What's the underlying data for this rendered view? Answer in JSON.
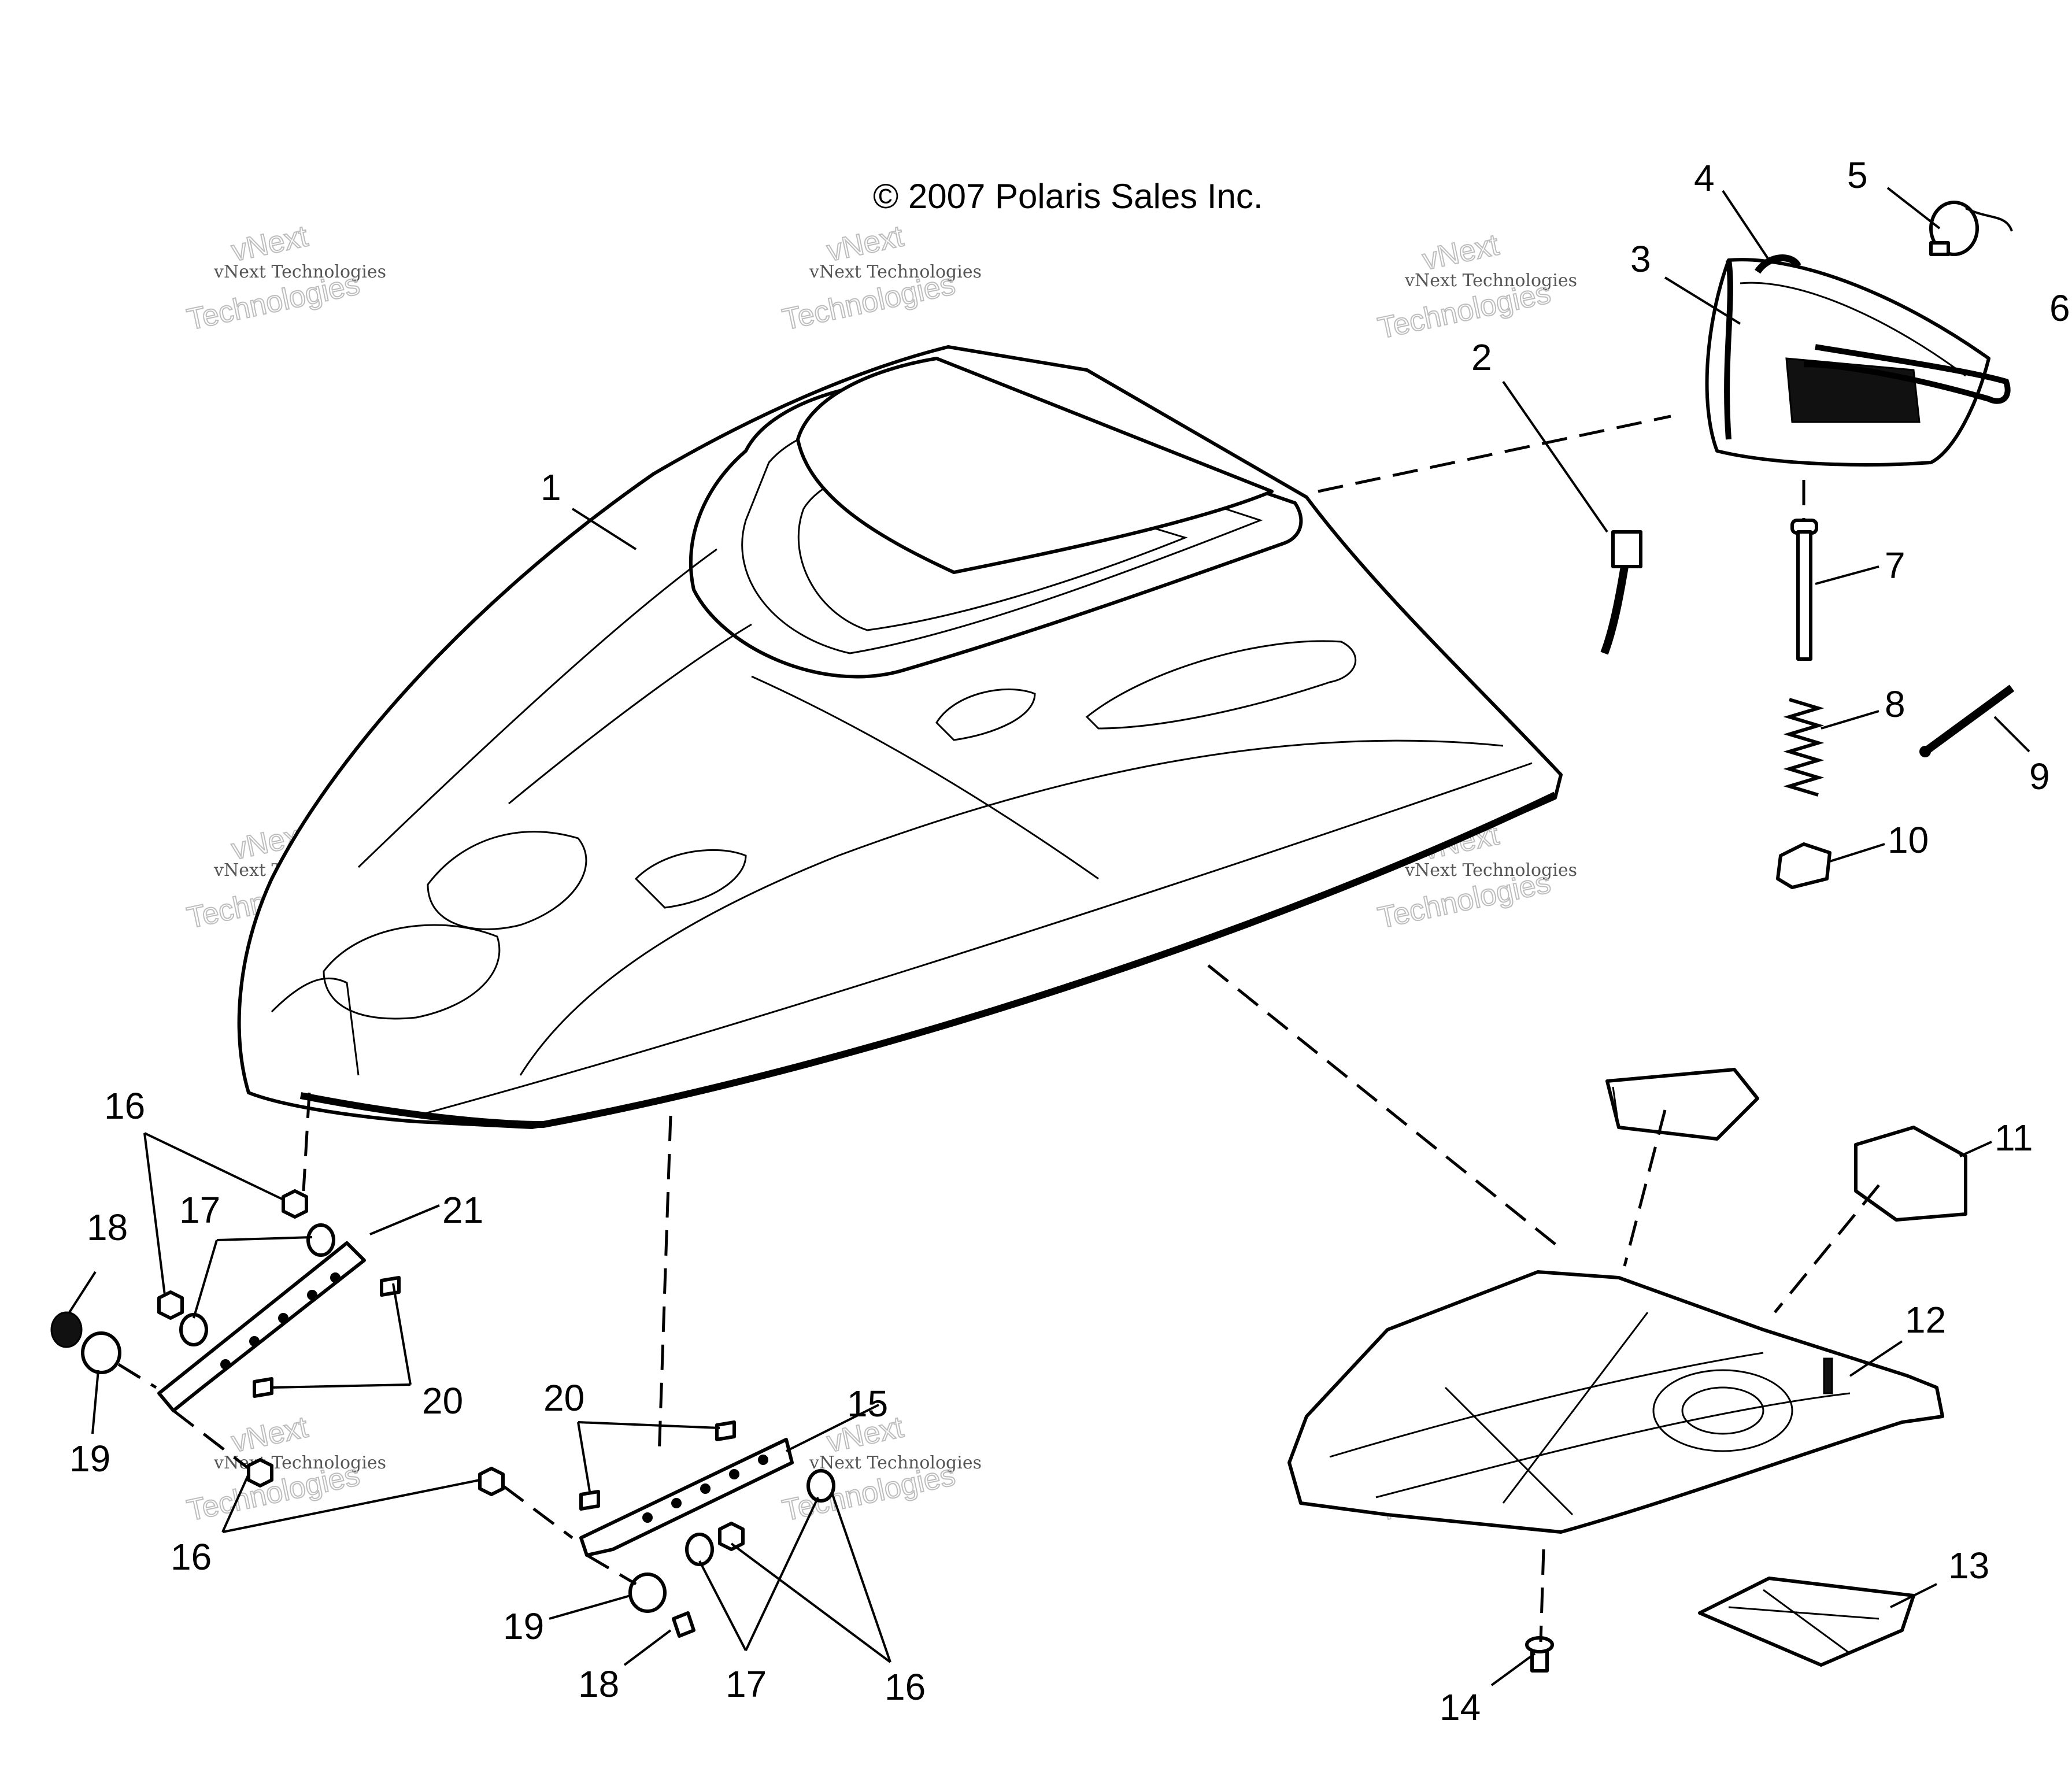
{
  "copyright": "© 2007 Polaris Sales Inc.",
  "watermark": {
    "line1": "vNext Technologies",
    "line2": "vNext",
    "line3": "Technologies"
  },
  "callouts": [
    {
      "id": "1",
      "text": "1"
    },
    {
      "id": "2",
      "text": "2"
    },
    {
      "id": "3",
      "text": "3"
    },
    {
      "id": "4",
      "text": "4"
    },
    {
      "id": "5",
      "text": "5"
    },
    {
      "id": "6",
      "text": "6"
    },
    {
      "id": "7",
      "text": "7"
    },
    {
      "id": "8",
      "text": "8"
    },
    {
      "id": "9",
      "text": "9"
    },
    {
      "id": "10",
      "text": "10"
    },
    {
      "id": "11",
      "text": "11"
    },
    {
      "id": "12",
      "text": "12"
    },
    {
      "id": "13",
      "text": "13"
    },
    {
      "id": "14",
      "text": "14"
    },
    {
      "id": "15",
      "text": "15"
    },
    {
      "id": "16a",
      "text": "16"
    },
    {
      "id": "16b",
      "text": "16"
    },
    {
      "id": "16c",
      "text": "16"
    },
    {
      "id": "17a",
      "text": "17"
    },
    {
      "id": "17b",
      "text": "17"
    },
    {
      "id": "18a",
      "text": "18"
    },
    {
      "id": "18b",
      "text": "18"
    },
    {
      "id": "19a",
      "text": "19"
    },
    {
      "id": "19b",
      "text": "19"
    },
    {
      "id": "20a",
      "text": "20"
    },
    {
      "id": "20b",
      "text": "20"
    },
    {
      "id": "21",
      "text": "21"
    }
  ]
}
